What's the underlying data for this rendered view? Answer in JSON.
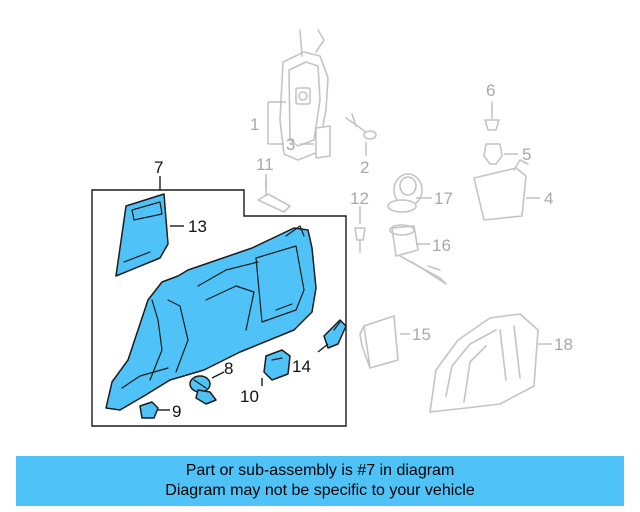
{
  "callouts": {
    "c1": "1",
    "c2": "2",
    "c3": "3",
    "c4": "4",
    "c5": "5",
    "c6": "6",
    "c7": "7",
    "c8": "8",
    "c9": "9",
    "c10": "10",
    "c11": "11",
    "c12": "12",
    "c13": "13",
    "c14": "14",
    "c15": "15",
    "c16": "16",
    "c17": "17",
    "c18": "18"
  },
  "banner": {
    "line1": "Part or sub-assembly is #7 in diagram",
    "line2": "Diagram may not be specific to your vehicle"
  },
  "colors": {
    "highlight": "#4fc3f7",
    "banner": "#4fc3f7",
    "outline": "#1b1b1b",
    "greyed": "#c4c4c4"
  }
}
